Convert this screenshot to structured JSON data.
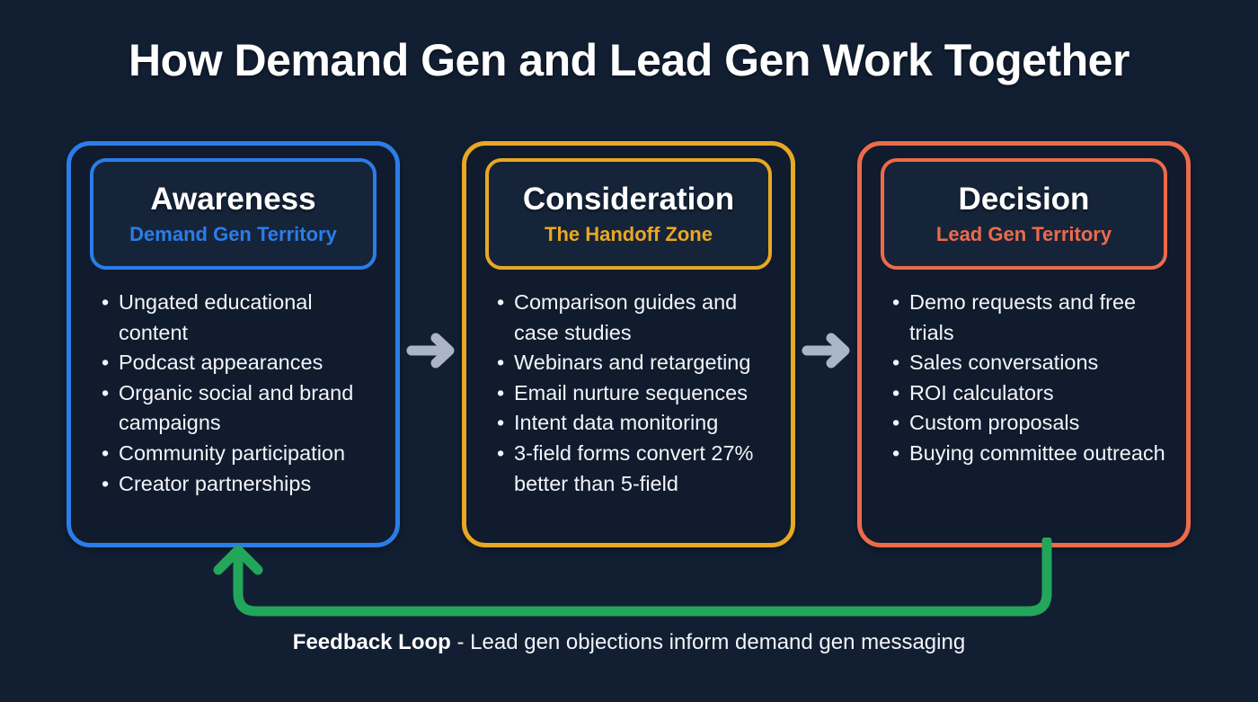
{
  "title": "How Demand Gen and Lead Gen Work Together",
  "colors": {
    "background": "#121f33",
    "card_fill": "#101b2d",
    "awareness": "#2b7de8",
    "consideration": "#e8a823",
    "decision": "#ec6b4a",
    "feedback": "#22a65a",
    "flow_arrow": "#aab6c8",
    "text": "#f2f5f9"
  },
  "stages": [
    {
      "name": "Awareness",
      "subtitle": "Demand Gen Territory",
      "items": [
        "Ungated educational content",
        "Podcast appearances",
        "Organic social and brand campaigns",
        "Community participation",
        "Creator partnerships"
      ]
    },
    {
      "name": "Consideration",
      "subtitle": "The Handoff Zone",
      "items": [
        "Comparison guides and case studies",
        "Webinars and retargeting",
        "Email nurture sequences",
        "Intent data monitoring",
        "3-field forms convert 27% better than 5-field"
      ]
    },
    {
      "name": "Decision",
      "subtitle": "Lead Gen Territory",
      "items": [
        "Demo requests and free trials",
        "Sales conversations",
        "ROI calculators",
        "Custom proposals",
        "Buying committee outreach"
      ]
    }
  ],
  "flow_arrows": [
    {
      "name": "awareness-to-consideration"
    },
    {
      "name": "consideration-to-decision"
    }
  ],
  "feedback": {
    "label": "Feedback Loop",
    "text": " - Lead gen objections inform demand gen messaging"
  }
}
